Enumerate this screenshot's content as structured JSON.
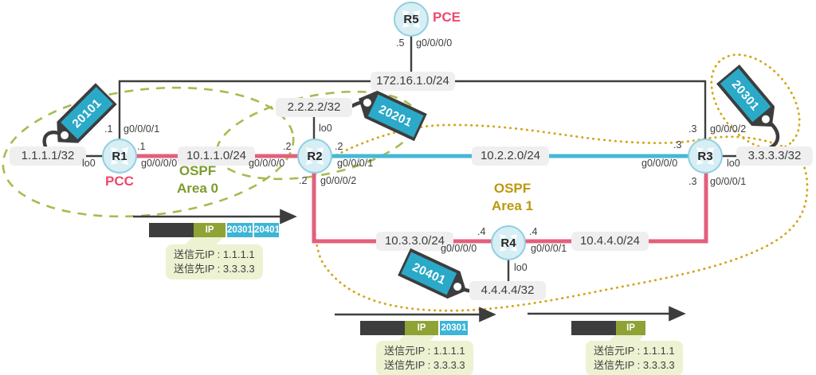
{
  "diagram": {
    "routers": {
      "r1": {
        "name": "R1",
        "role": "PCC"
      },
      "r2": {
        "name": "R2"
      },
      "r3": {
        "name": "R3"
      },
      "r4": {
        "name": "R4"
      },
      "r5": {
        "name": "R5",
        "role": "PCE"
      }
    },
    "networks": {
      "lo_r1": "1.1.1.1/32",
      "lo_r2": "2.2.2.2/32",
      "lo_r3": "3.3.3.3/32",
      "lo_r4": "4.4.4.4/32",
      "r1_r2": "10.1.1.0/24",
      "r2_r3": "10.2.2.0/24",
      "r2_r4": "10.3.3.0/24",
      "r4_r3": "10.4.4.0/24",
      "top": "172.16.1.0/24"
    },
    "interfaces": {
      "r1_up_num": ".1",
      "r1_up_if": "g0/0/0/1",
      "r1_right_num": ".1",
      "r1_right_if": "g0/0/0/0",
      "r1_lo": "lo0",
      "r2_left_num": ".2",
      "r2_left_if": "g0/0/0/0",
      "r2_lo": "lo0",
      "r2_right_num": ".2",
      "r2_right_if": "g0/0/0/1",
      "r2_down_num": ".2",
      "r2_down_if": "g0/0/0/2",
      "r3_up_num": ".3",
      "r3_up_if": "g0/0/0/2",
      "r3_left_num": ".3",
      "r3_left_if": "g0/0/0/0",
      "r3_lo": "lo0",
      "r3_down_num": ".3",
      "r3_down_if": "g0/0/0/1",
      "r4_left_num": ".4",
      "r4_left_if": "g0/0/0/0",
      "r4_right_num": ".4",
      "r4_right_if": "g0/0/0/1",
      "r4_lo": "lo0",
      "r5_num": ".5",
      "r5_if": "g0/0/0/0"
    },
    "areas": {
      "area0": {
        "line1": "OSPF",
        "line2": "Area 0"
      },
      "area1": {
        "line1": "OSPF",
        "line2": "Area 1"
      }
    },
    "sid_tags": {
      "t20101": "20101",
      "t20201": "20201",
      "t20301": "20301",
      "t20401": "20401"
    },
    "packets": {
      "ip_label": "IP",
      "p1": {
        "labels": [
          "20301",
          "20401"
        ]
      },
      "p2": {
        "labels": [
          "20301"
        ]
      },
      "callout_src": "送信元IP : 1.1.1.1",
      "callout_dst": "送信先IP : 3.3.3.3"
    },
    "colors": {
      "link_pink": "#e2607b",
      "link_blue": "#45b8d6",
      "line_dark": "#3f3f3f",
      "area0_outline": "#a7bb4f",
      "area0_text": "#7d9c2e",
      "area1_outline": "#d2a81d",
      "area1_text": "#bd980f",
      "tag_teal": "#2ba9c8",
      "tag_dark": "#3d3d3d",
      "role_pink": "#ef486c",
      "packet_olive": "#8ea235",
      "packet_blue": "#3db5d6",
      "callout_bg": "#edf2d2",
      "router_fill": "#d7eef5",
      "router_border": "#8fcfdf"
    }
  }
}
